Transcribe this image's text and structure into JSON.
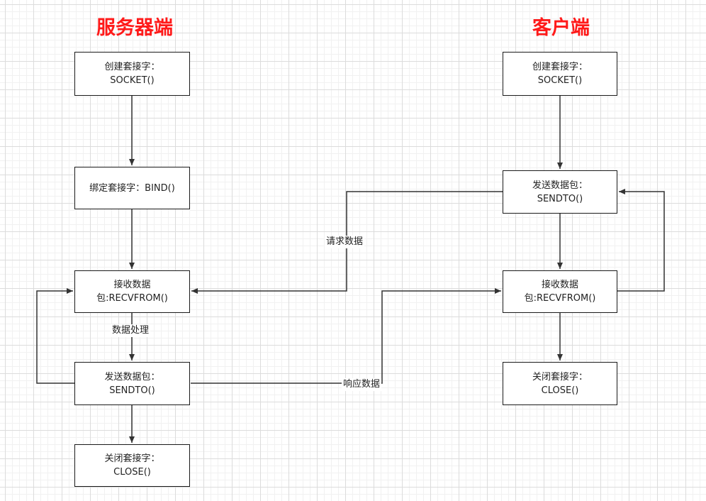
{
  "colors": {
    "heading": "#ff1a1a",
    "line": "#333333",
    "grid_major": "#dcdcdc",
    "grid_minor": "#f1f1f1"
  },
  "server": {
    "heading": "服务器端",
    "create_socket": {
      "line1": "创建套接字：",
      "line2": "SOCKET()"
    },
    "bind_socket": {
      "line1": "绑定套接字：BIND()"
    },
    "recv": {
      "line1": "接收数据",
      "line2": "包:RECVFROM()"
    },
    "send": {
      "line1": "发送数据包：",
      "line2": "SENDTO()"
    },
    "close": {
      "line1": "关闭套接字：",
      "line2": "CLOSE()"
    }
  },
  "client": {
    "heading": "客户端",
    "create_socket": {
      "line1": "创建套接字：",
      "line2": "SOCKET()"
    },
    "send": {
      "line1": "发送数据包：",
      "line2": "SENDTO()"
    },
    "recv": {
      "line1": "接收数据",
      "line2": "包:RECVFROM()"
    },
    "close": {
      "line1": "关闭套接字：",
      "line2": "CLOSE()"
    }
  },
  "edge_labels": {
    "request": "请求数据",
    "processing": "数据处理",
    "response": "响应数据"
  }
}
